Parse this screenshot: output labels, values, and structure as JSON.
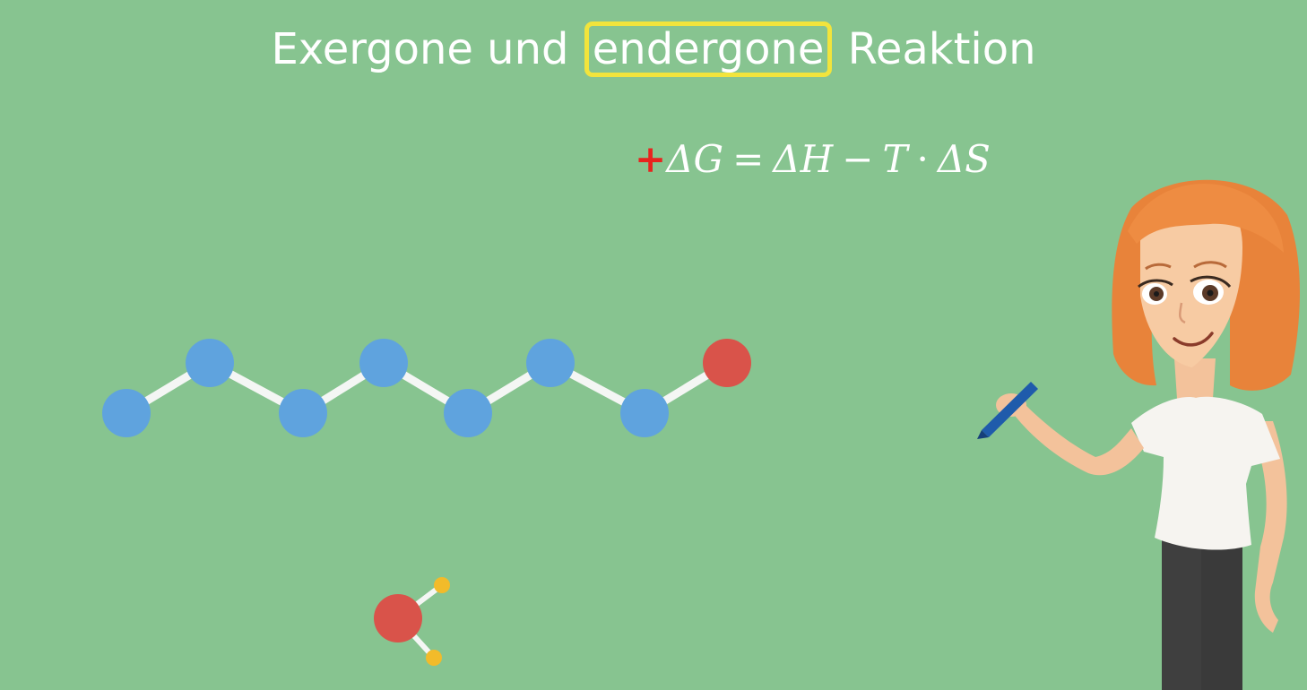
{
  "title": {
    "part1": "Exergone und",
    "highlight": "endergone",
    "part2": "Reaktion"
  },
  "formula": {
    "sign": "+",
    "lhs": "ΔG",
    "eq": "=",
    "h": "ΔH",
    "minus": "−",
    "t": "T",
    "dot": "·",
    "s": "ΔS"
  },
  "colors": {
    "background": "#87c490",
    "highlight_border": "#f2e43c",
    "sign": "#e8231e",
    "carbon_atom": "#5fa3de",
    "oxygen_atom": "#d9534a",
    "hydrogen_atom": "#f2bb2a",
    "bond": "#f4f6f4"
  },
  "icons": [
    "molecule-chain",
    "water-molecule",
    "teacher-character",
    "marker-icon"
  ]
}
